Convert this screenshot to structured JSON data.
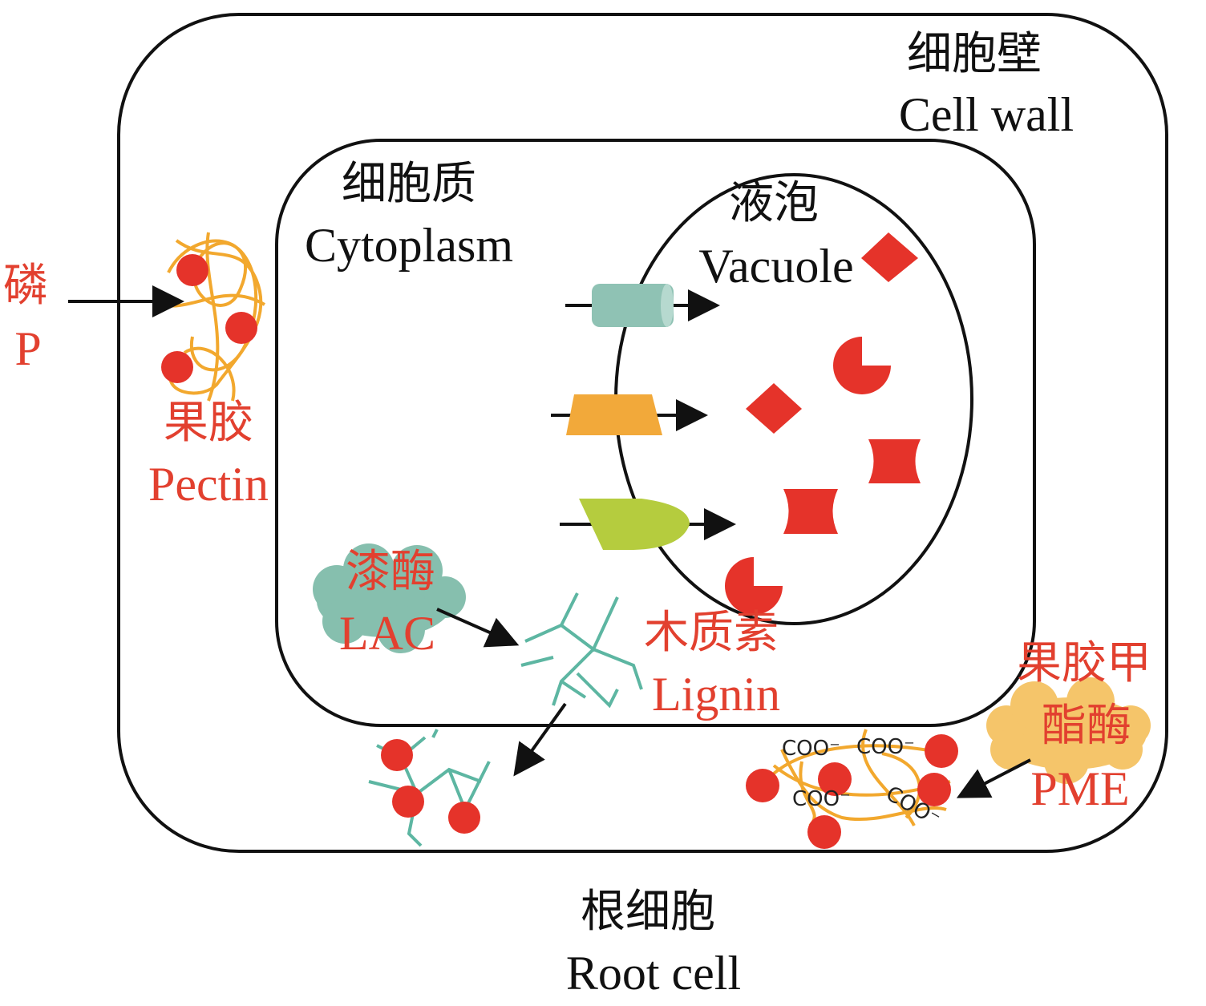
{
  "labels": {
    "cell_wall_zh": "细胞壁",
    "cell_wall_en": "Cell wall",
    "cytoplasm_zh": "细胞质",
    "cytoplasm_en": "Cytoplasm",
    "vacuole_zh": "液泡",
    "vacuole_en": "Vacuole",
    "phosphorus_zh": "磷",
    "phosphorus_en": "P",
    "pectin_zh": "果胶",
    "pectin_en": "Pectin",
    "lac_zh": "漆酶",
    "lac_en": "LAC",
    "lignin_zh": "木质素",
    "lignin_en": "Lignin",
    "pme_zh_1": "果胶甲",
    "pme_zh_2": "酯酶",
    "pme_en": "PME",
    "root_cell_zh": "根细胞",
    "root_cell_en": "Root cell",
    "coo": "COO⁻"
  },
  "colors": {
    "phosphate_red": "#e5332a",
    "label_red": "#e2402f",
    "pectin_orange": "#f2a82e",
    "lignin_teal": "#5db6a2",
    "transporter_teal": "#8fc2b4",
    "transporter_orange": "#f2a93a",
    "transporter_green": "#b5cc3e",
    "pme_cloud": "#f5c56a",
    "lac_cloud": "#86bfae"
  }
}
